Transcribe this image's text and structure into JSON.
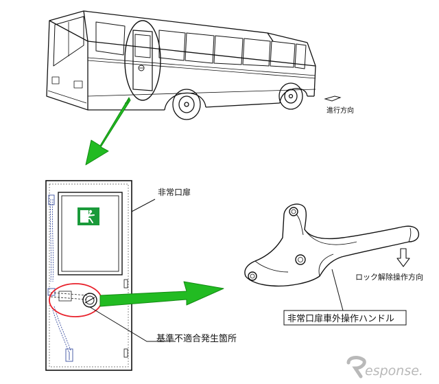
{
  "labels": {
    "direction_of_travel": "進行方向",
    "emergency_door": "非常口扉",
    "lock_release_direction": "ロック解除操作方向",
    "exterior_handle": "非常口扉車外操作ハンドル",
    "defect_location": "基準不適合発生箇所"
  },
  "watermark": {
    "text": "esponse."
  },
  "colors": {
    "arrow_green": "#22bb22",
    "arrow_green_dark": "#128a12",
    "highlight_red": "#e8202a",
    "exit_sign_green": "#1a9a3a",
    "line": "#111111",
    "watermark_gray": "#b9b9b9"
  },
  "icons": {
    "exit_sign": "emergency-exit-pictogram-icon",
    "direction_arrow": "direction-arrow-icon",
    "down_arrow": "down-arrow-icon",
    "watermark_logo": "response-logo-icon"
  }
}
